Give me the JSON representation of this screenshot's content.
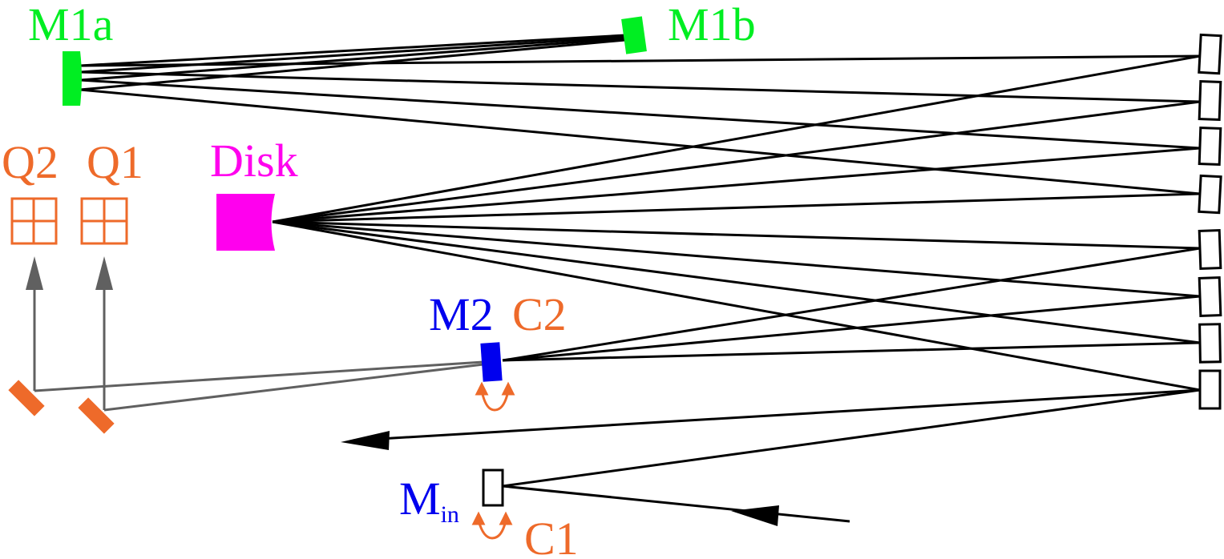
{
  "labels": {
    "m1a": "M1a",
    "m1b": "M1b",
    "disk": "Disk",
    "q2": "Q2",
    "q1": "Q1",
    "m2": "M2",
    "c2": "C2",
    "min_main": "M",
    "min_sub": "in",
    "c1": "C1"
  },
  "colors": {
    "mirror_m1": "#00ee22",
    "disk": "#ff00ee",
    "m2": "#0000ee",
    "orange": "#ee6a2a",
    "beam": "#000000",
    "gray": "#606060"
  },
  "icons": {
    "quadrant": "quadrant-detector-icon",
    "rotate": "rotation-arrows-icon",
    "arrowhead": "arrowhead-icon"
  }
}
